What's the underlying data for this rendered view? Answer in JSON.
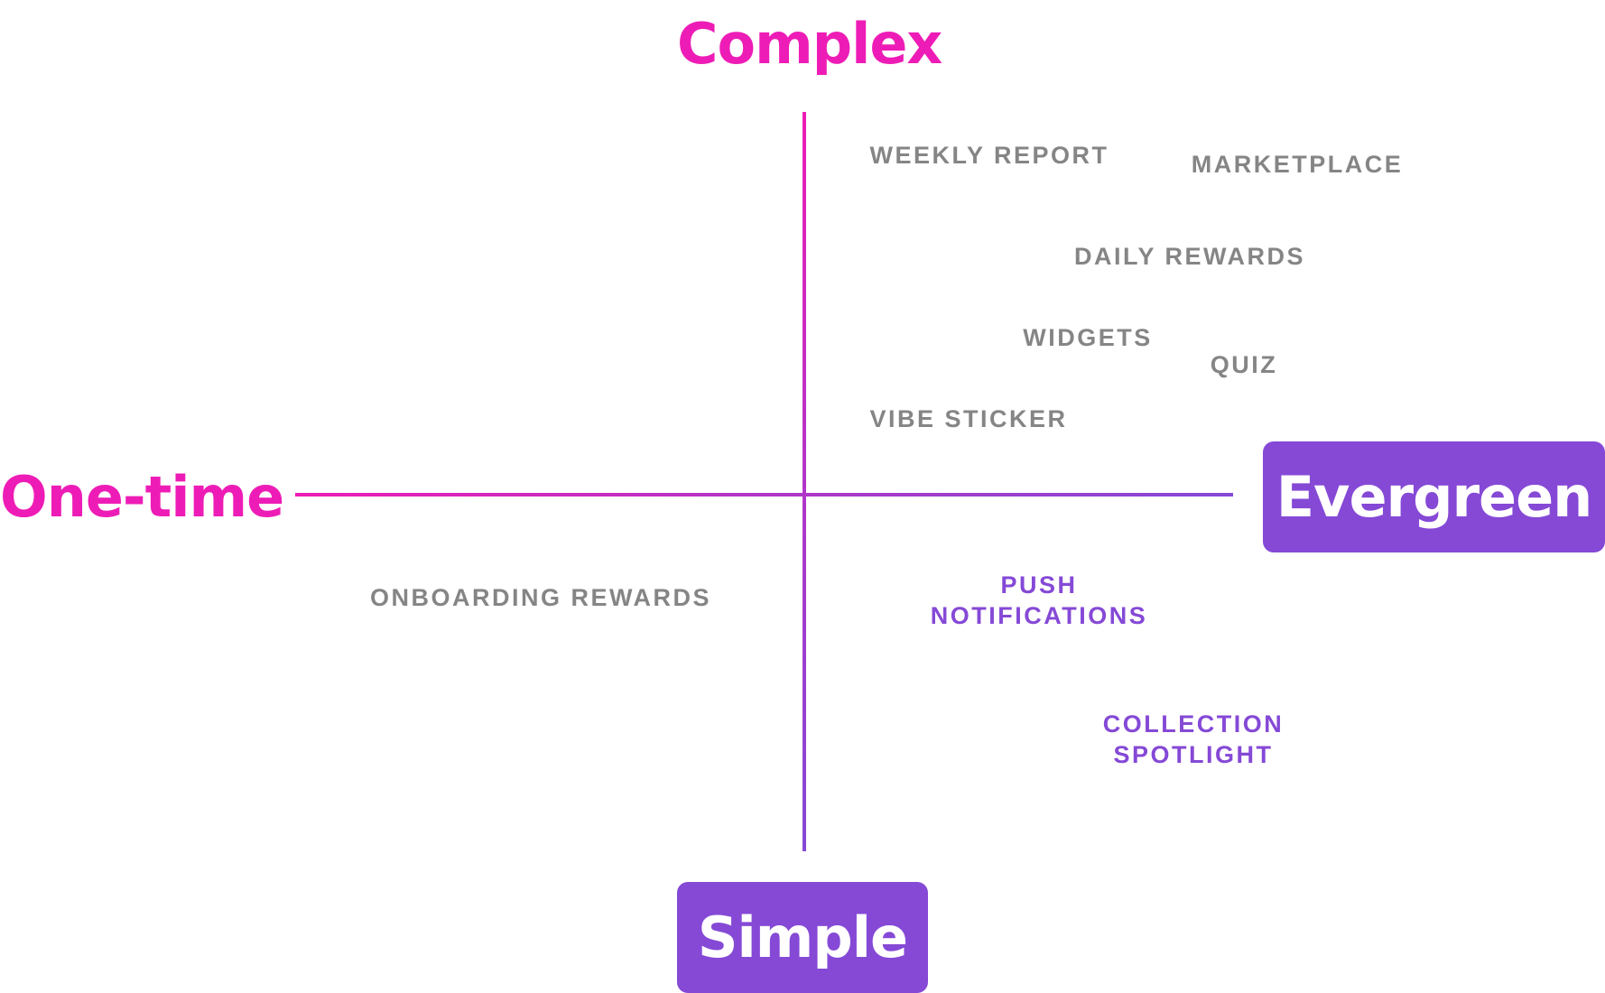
{
  "axes": {
    "top_label": "Complex",
    "bottom_label": "Simple",
    "left_label": "One-time",
    "right_label": "Evergreen"
  },
  "colors": {
    "magenta": "#ee1cb6",
    "purple": "#8549d6",
    "item_gray": "#858585"
  },
  "items": [
    {
      "id": "weekly-report",
      "label": "WEEKLY REPORT",
      "color": "gray"
    },
    {
      "id": "marketplace",
      "label": "MARKETPLACE",
      "color": "gray"
    },
    {
      "id": "daily-rewards",
      "label": "DAILY REWARDS",
      "color": "gray"
    },
    {
      "id": "widgets",
      "label": "WIDGETS",
      "color": "gray"
    },
    {
      "id": "quiz",
      "label": "QUIZ",
      "color": "gray"
    },
    {
      "id": "vibe-sticker",
      "label": "VIBE STICKER",
      "color": "gray"
    },
    {
      "id": "onboarding-rewards",
      "label": "ONBOARDING REWARDS",
      "color": "gray"
    },
    {
      "id": "push-notifications",
      "label": "PUSH\nNOTIFICATIONS",
      "color": "purple"
    },
    {
      "id": "collection-spotlight",
      "label": "COLLECTION\nSPOTLIGHT",
      "color": "purple"
    }
  ]
}
